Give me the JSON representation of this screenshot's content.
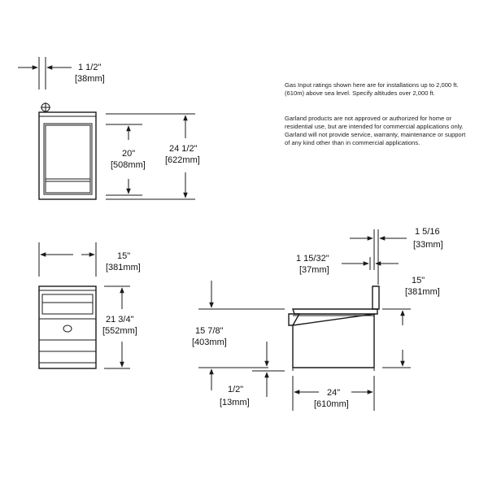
{
  "notes": {
    "altitude": "Gas Input ratings shown here are for installations up to 2,000 ft. (610m) above sea level. Specify altitudes over 2,000 ft.",
    "commercial": "Garland products are not approved or authorized for home or residential use, but are intended for commercial applications only. Garland will not provide service, warranty, maintenance or support of any kind other than in commercial applications."
  },
  "top_view": {
    "offset_in": "1 1/2\"",
    "offset_mm": "[38mm]",
    "opening_in": "20\"",
    "opening_mm": "[508mm]",
    "depth_in": "24 1/2\"",
    "depth_mm": "[622mm]"
  },
  "front_view": {
    "width_in": "15\"",
    "width_mm": "[381mm]",
    "height_in": "21 3/4\"",
    "height_mm": "[552mm]"
  },
  "side_view": {
    "splash_in": "1 5/16",
    "splash_mm": "[33mm]",
    "flue_in": "1 15/32\"",
    "flue_mm": "[37mm]",
    "top_height_in": "15\"",
    "top_height_mm": "[381mm]",
    "work_height_in": "15 7/8\"",
    "work_height_mm": "[403mm]",
    "leg_in": "1/2\"",
    "leg_mm": "[13mm]",
    "depth_in": "24\"",
    "depth_mm": "[610mm]"
  }
}
